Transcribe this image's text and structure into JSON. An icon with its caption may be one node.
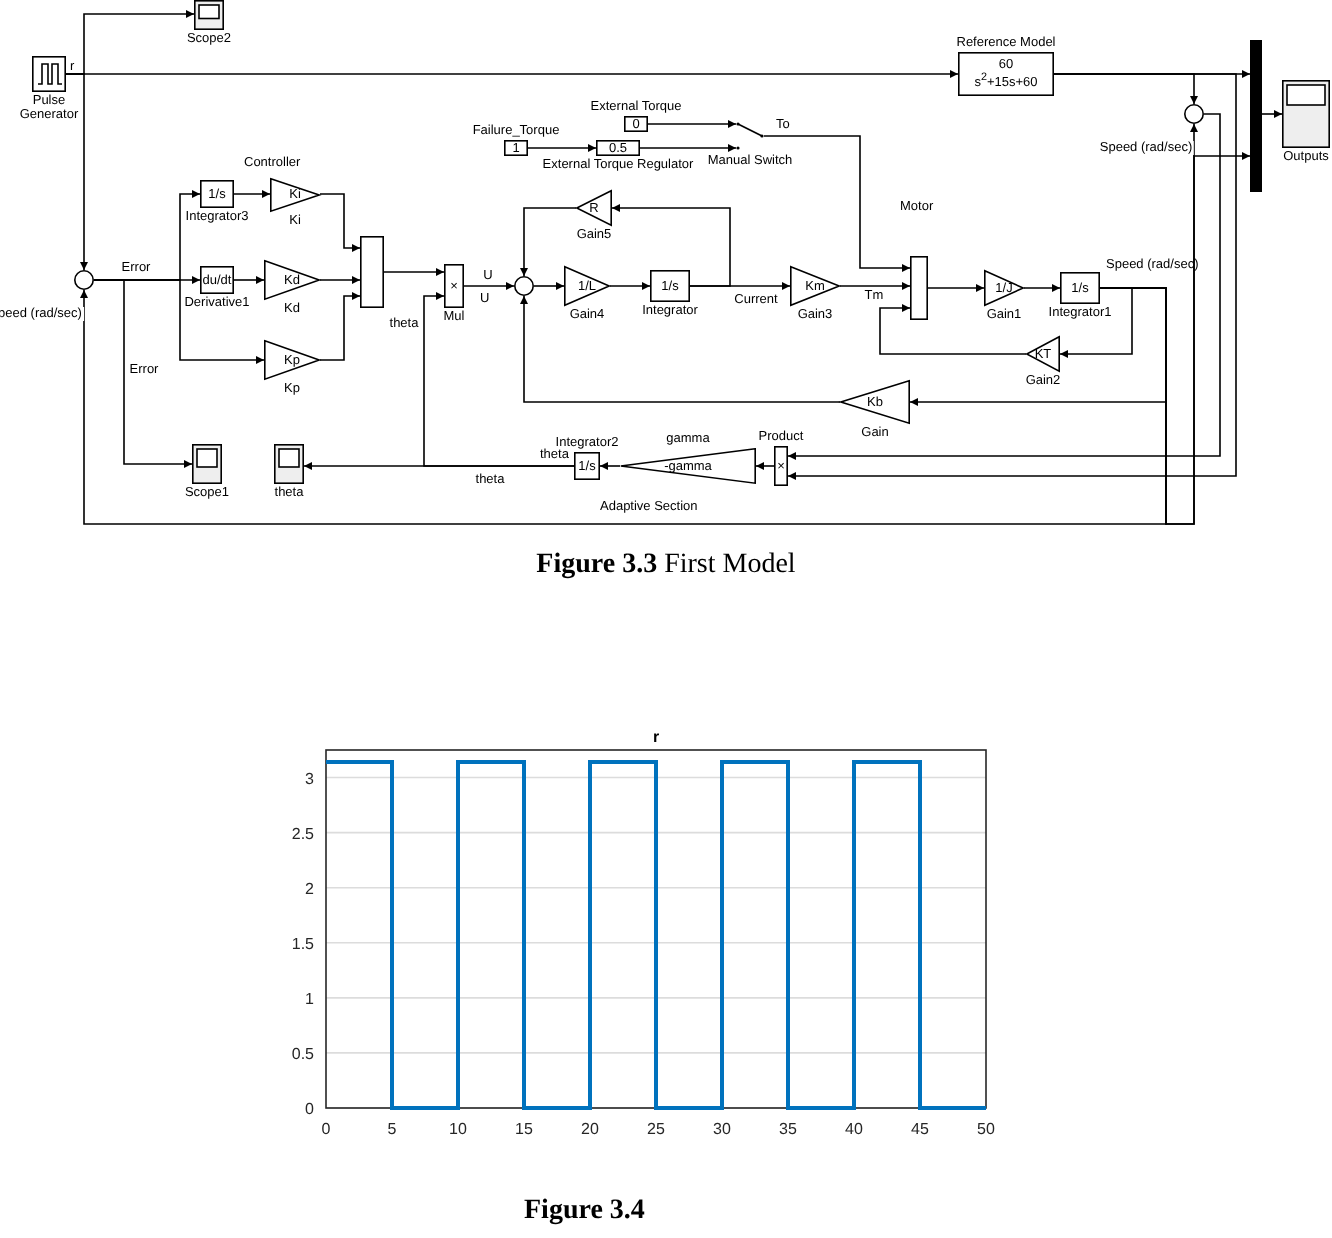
{
  "diagram": {
    "caption": "**Figure 3.3** First Model",
    "nodes": [
      {
        "text": [
          "Pulse Generator"
        ]
      },
      {
        "text": [
          "Scope2"
        ]
      },
      {
        "text": [
          "Reference Model",
          "60",
          "s$^{2}$+15s+60"
        ]
      },
      {
        "text": [],
        "shape": "bar"
      },
      {
        "text": [
          "Outputs"
        ]
      },
      {
        "text": [],
        "shape": "circle"
      },
      {
        "text": [],
        "shape": "circle"
      },
      {
        "text": [
          "1/s",
          "Integrator3"
        ]
      },
      {
        "text": [
          "Ki",
          "Ki"
        ]
      },
      {
        "text": [
          "du/dt",
          "Derivative1"
        ]
      },
      {
        "text": [
          "Kd",
          "Kd"
        ]
      },
      {
        "text": [
          "Kp",
          "Kp"
        ]
      },
      {
        "text": [],
        "shape": "box"
      },
      {
        "text": [
          "×",
          "Mul"
        ]
      },
      {
        "text": [],
        "shape": "circle"
      },
      {
        "text": [
          "1/L",
          "Gain4"
        ]
      },
      {
        "text": [
          "1/s",
          "Integrator"
        ]
      },
      {
        "text": [
          "Km",
          "Gain3"
        ]
      },
      {
        "text": [
          "R",
          "Gain5"
        ]
      },
      {
        "text": [],
        "shape": "box"
      },
      {
        "text": [
          "1/J",
          "Gain1"
        ]
      },
      {
        "text": [
          "1/s",
          "Integrator1"
        ]
      },
      {
        "text": [
          "KT",
          "Gain2"
        ]
      },
      {
        "text": [
          "Kb",
          "Gain"
        ]
      },
      {
        "text": [
          "External Torque",
          "0"
        ]
      },
      {
        "text": [
          "Failure_Torque",
          "1"
        ]
      },
      {
        "text": [
          "0.5",
          "External Torque Regulator"
        ]
      },
      {
        "text": [
          "Manual Switch"
        ]
      },
      {
        "text": [
          "Product",
          "×"
        ]
      },
      {
        "text": [
          "gamma",
          "-gamma"
        ]
      },
      {
        "text": [
          "Integrator2",
          "1/s"
        ]
      },
      {
        "text": [
          "Scope1"
        ]
      },
      {
        "text": [
          "theta"
        ]
      }
    ],
    "edges": [
      {
        "from": 0,
        "to": 1,
        "arrow": "to"
      },
      {
        "from": 0,
        "to": 2,
        "arrow": "to"
      },
      {
        "from": 0,
        "to": 6,
        "arrow": "to"
      },
      {
        "from": 2,
        "to": 3,
        "arrow": "to"
      },
      {
        "from": 2,
        "to": 5,
        "arrow": "to"
      },
      {
        "from": 3,
        "to": 4,
        "arrow": "to"
      },
      {
        "from": 5,
        "to": 28,
        "arrow": "to"
      },
      {
        "from": 2,
        "to": 28,
        "arrow": "to"
      },
      {
        "from": 6,
        "to": 7,
        "label": "Error",
        "arrow": "to"
      },
      {
        "from": 6,
        "to": 9,
        "arrow": "to"
      },
      {
        "from": 6,
        "to": 11,
        "arrow": "to"
      },
      {
        "from": 6,
        "to": 31,
        "label": "Error",
        "arrow": "to"
      },
      {
        "from": 7,
        "to": 8,
        "arrow": "to"
      },
      {
        "from": 9,
        "to": 10,
        "arrow": "to"
      },
      {
        "from": 8,
        "to": 12,
        "arrow": "to"
      },
      {
        "from": 10,
        "to": 12,
        "arrow": "to"
      },
      {
        "from": 11,
        "to": 12,
        "arrow": "to"
      },
      {
        "from": 12,
        "to": 13,
        "arrow": "to"
      },
      {
        "from": 30,
        "to": 13,
        "label": "theta",
        "arrow": "to"
      },
      {
        "from": 30,
        "to": 32,
        "label": "theta",
        "arrow": "to"
      },
      {
        "from": 13,
        "to": 14,
        "label": "U",
        "arrow": "to"
      },
      {
        "from": 14,
        "to": 15,
        "arrow": "to"
      },
      {
        "from": 15,
        "to": 16,
        "arrow": "to"
      },
      {
        "from": 16,
        "to": 17,
        "label": "Current",
        "arrow": "to"
      },
      {
        "from": 16,
        "to": 18,
        "arrow": "to"
      },
      {
        "from": 18,
        "to": 14,
        "arrow": "to"
      },
      {
        "from": 23,
        "to": 14,
        "arrow": "to"
      },
      {
        "from": 17,
        "to": 19,
        "label": "Tm",
        "arrow": "to"
      },
      {
        "from": 27,
        "to": 19,
        "arrow": "to"
      },
      {
        "from": 22,
        "to": 19,
        "arrow": "to"
      },
      {
        "from": 19,
        "to": 20,
        "arrow": "to"
      },
      {
        "from": 20,
        "to": 21,
        "arrow": "to"
      },
      {
        "from": 21,
        "to": 22,
        "arrow": "to"
      },
      {
        "from": 21,
        "to": 23,
        "arrow": "to"
      },
      {
        "from": 21,
        "to": 5,
        "arrow": "to"
      },
      {
        "from": 21,
        "to": 3,
        "label": "Speed (rad/sec)",
        "arrow": "to"
      },
      {
        "from": 21,
        "to": 6,
        "label": "peed (rad/sec)",
        "arrow": "to"
      },
      {
        "from": 24,
        "to": 27,
        "arrow": "to"
      },
      {
        "from": 25,
        "to": 26,
        "arrow": "to"
      },
      {
        "from": 26,
        "to": 27,
        "arrow": "to"
      },
      {
        "from": 28,
        "to": 29,
        "arrow": "to"
      },
      {
        "from": 29,
        "to": 30,
        "arrow": "to"
      }
    ],
    "labels": [
      "r",
      "Controller",
      "To",
      "Motor",
      "Speed (rad/sec)",
      "theta",
      "U",
      "Adaptive Section",
      "Figure 3.4"
    ],
    "chart_data": {
      "type": "line",
      "title": "r",
      "x": [
        0,
        5,
        5,
        10,
        10,
        15,
        15,
        20,
        20,
        25,
        25,
        30,
        30,
        35,
        35,
        40,
        40,
        45,
        45,
        50
      ],
      "series": [
        {
          "color": "#0072bd",
          "values": [
            3.14,
            3.14,
            0,
            0,
            3.14,
            3.14,
            0,
            0,
            3.14,
            3.14,
            0,
            0,
            3.14,
            3.14,
            0,
            0,
            3.14,
            3.14,
            0,
            0
          ]
        }
      ],
      "xlim": [
        0,
        50
      ],
      "ylim": [
        0,
        3.25
      ],
      "grid": true,
      "xticks": [
        0,
        5,
        10,
        15,
        20,
        25,
        30,
        35,
        40,
        45,
        50
      ],
      "yticks": [
        0,
        0.5,
        1,
        1.5,
        2,
        2.5,
        3
      ]
    }
  }
}
